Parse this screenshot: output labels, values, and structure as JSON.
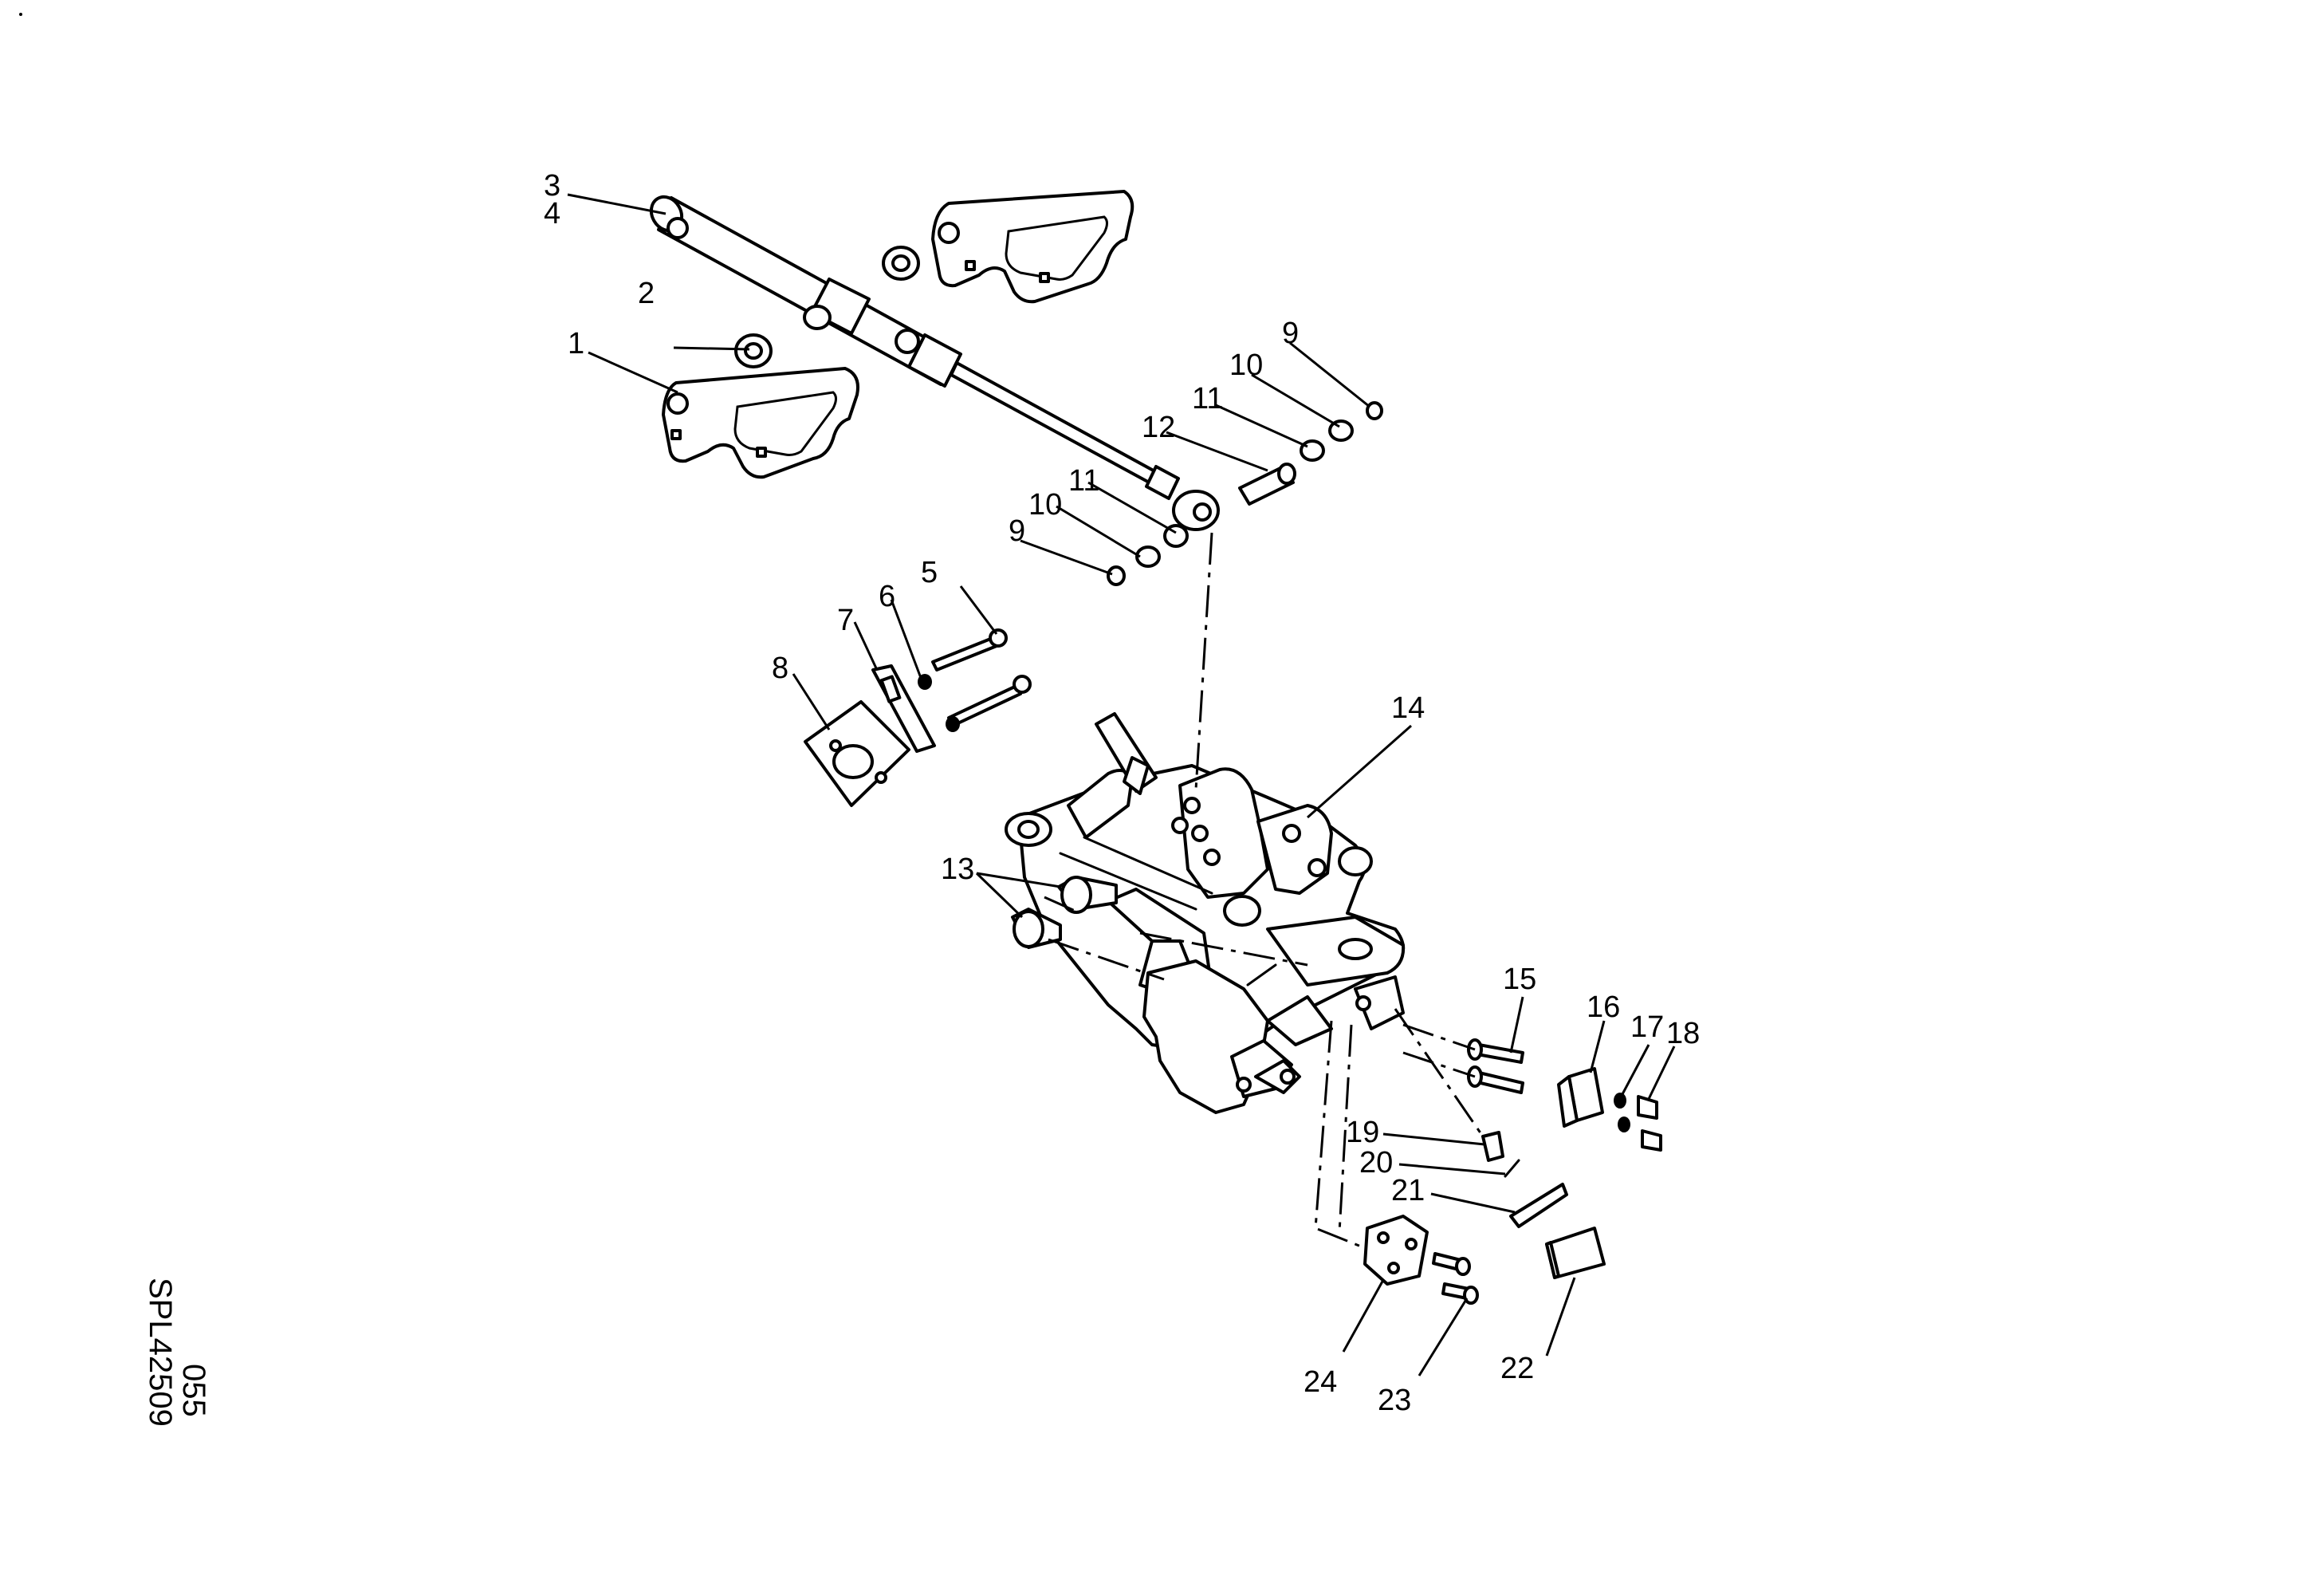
{
  "callouts": {
    "c1": "1",
    "c2": "2",
    "c3": "3",
    "c4": "4",
    "c5": "5",
    "c6": "6",
    "c7": "7",
    "c8": "8",
    "c9a": "9",
    "c9b": "9",
    "c10a": "10",
    "c10b": "10",
    "c11a": "11",
    "c11b": "11",
    "c12": "12",
    "c13": "13",
    "c14": "14",
    "c15": "15",
    "c16": "16",
    "c17": "17",
    "c18": "18",
    "c19": "19",
    "c20": "20",
    "c21": "21",
    "c22": "22",
    "c23": "23",
    "c24": "24"
  },
  "drawing_code": {
    "line1": "055",
    "line2": "SPL42509"
  }
}
